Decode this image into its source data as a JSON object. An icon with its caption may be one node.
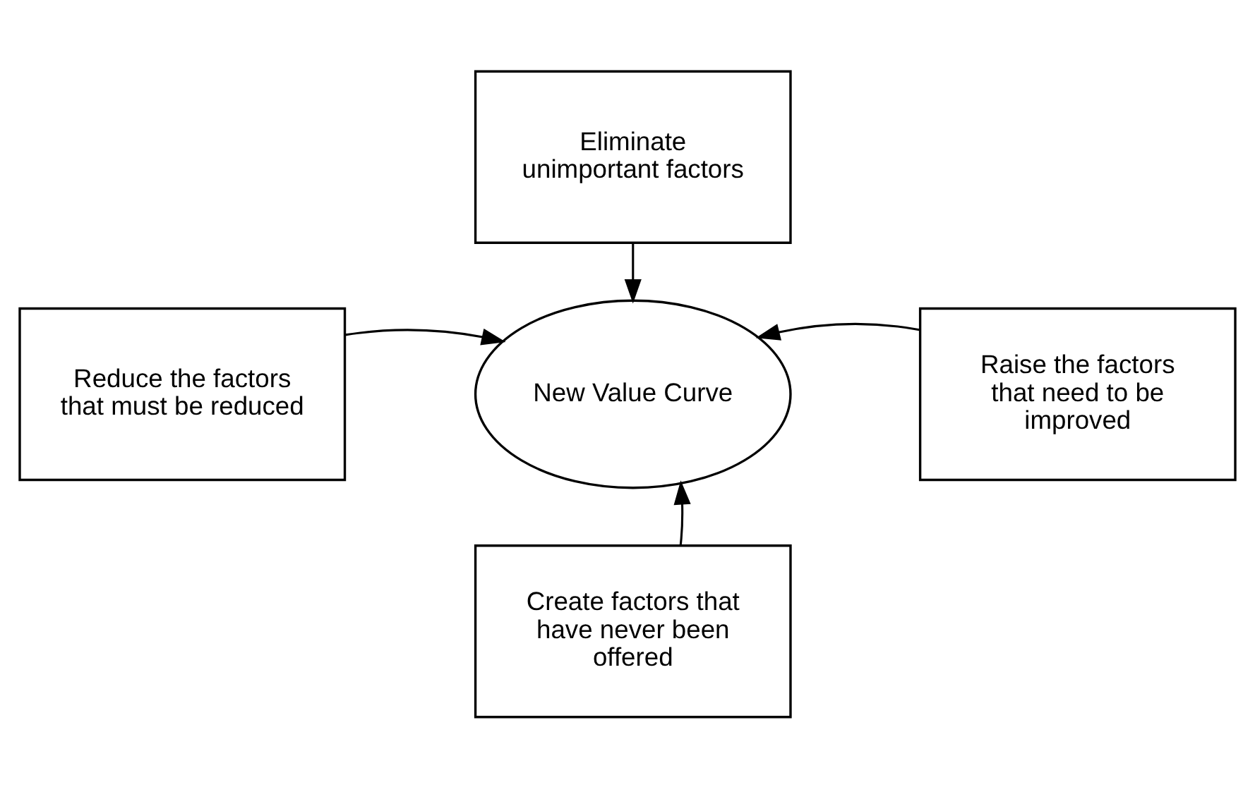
{
  "diagram": {
    "nodes": [
      {
        "text": [
          "Eliminate unimportant factors"
        ]
      },
      {
        "text": [
          "Reduce the factors that must be reduced"
        ]
      },
      {
        "text": [
          "New Value Curve"
        ]
      },
      {
        "text": [
          "Raise the factors that need to be improved"
        ]
      },
      {
        "text": [
          "Create factors that have never been offered"
        ]
      }
    ],
    "edges": [
      {
        "from": 0,
        "to": 2,
        "arrow": "to"
      },
      {
        "from": 1,
        "to": 2,
        "arrow": "to"
      },
      {
        "from": 3,
        "to": 2,
        "arrow": "to"
      },
      {
        "from": 4,
        "to": 2,
        "arrow": "to"
      }
    ]
  }
}
